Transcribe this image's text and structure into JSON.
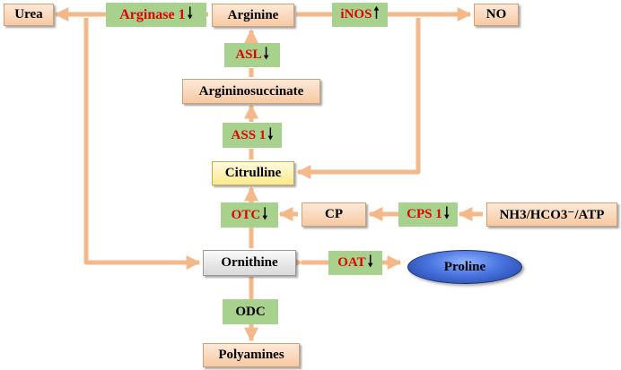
{
  "metabolites": {
    "urea": "Urea",
    "arginine": "Arginine",
    "no": "NO",
    "argininosuccinate": "Argininosuccinate",
    "citrulline": "Citrulline",
    "cp": "CP",
    "nh3": "NH3/HCO3⁻/ATP",
    "ornithine": "Ornithine",
    "proline": "Proline",
    "polyamines": "Polyamines"
  },
  "enzymes": {
    "arginase1": {
      "label": "Arginase 1",
      "change": "down"
    },
    "inos": {
      "label": "iNOS",
      "change": "up"
    },
    "asl": {
      "label": "ASL",
      "change": "down"
    },
    "ass1": {
      "label": "ASS 1",
      "change": "down"
    },
    "otc": {
      "label": "OTC",
      "change": "down"
    },
    "cps1": {
      "label": "CPS 1",
      "change": "down"
    },
    "oat": {
      "label": "OAT",
      "change": "down"
    },
    "odc": {
      "label": "ODC"
    }
  },
  "glyphs": {
    "down": "🠓",
    "up": "🠑"
  },
  "colors": {
    "arrow": "#f3b98b",
    "enzyme_fill": "#a9d18e",
    "enzyme_text": "#e00000",
    "metabolite_fill": "#f9d6b9",
    "citrulline_fill": "#fbe98a",
    "ornithine_fill": "#e6e6e6",
    "proline_fill": "#4a74e0"
  }
}
